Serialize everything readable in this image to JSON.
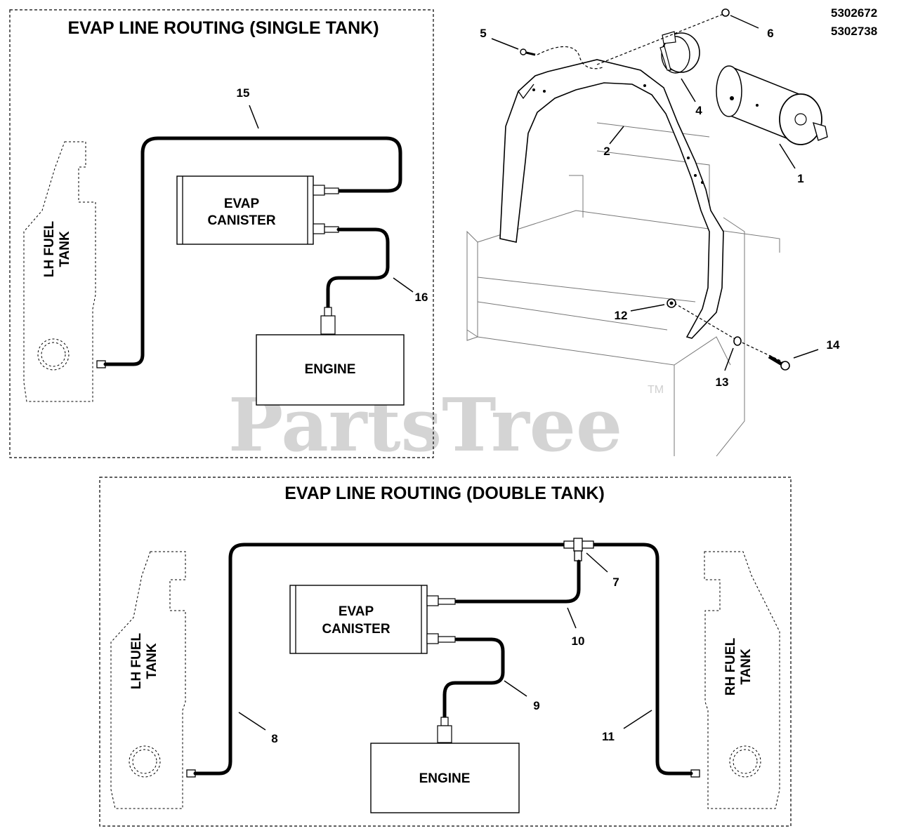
{
  "part_numbers": [
    "5302672",
    "5302738"
  ],
  "watermark": {
    "text": "PartsTree",
    "tm": "TM"
  },
  "single_tank": {
    "title": "EVAP LINE ROUTING (SINGLE TANK)",
    "lh_tank": [
      "LH FUEL",
      "TANK"
    ],
    "canister": [
      "EVAP",
      "CANISTER"
    ],
    "engine": "ENGINE",
    "callouts": [
      "15",
      "16"
    ]
  },
  "double_tank": {
    "title": "EVAP LINE ROUTING (DOUBLE TANK)",
    "lh_tank": [
      "LH FUEL",
      "TANK"
    ],
    "rh_tank": [
      "RH FUEL",
      "TANK"
    ],
    "canister": [
      "EVAP",
      "CANISTER"
    ],
    "engine": "ENGINE",
    "callouts": [
      "7",
      "8",
      "9",
      "10",
      "11"
    ]
  },
  "exploded_view": {
    "callouts": [
      "1",
      "2",
      "4",
      "5",
      "6",
      "12",
      "13",
      "14"
    ]
  }
}
